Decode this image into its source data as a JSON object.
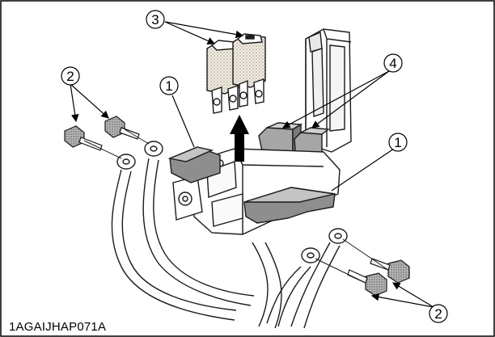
{
  "figure_code": "1AGAIJHAP071A",
  "callouts": {
    "c1_left": "1",
    "c1_right": "1",
    "c2_top": "2",
    "c2_bottom": "2",
    "c3": "3",
    "c4": "4"
  },
  "colors": {
    "line": "#1a1a1a",
    "shaded": "#9a9a9a",
    "stipple": "#c9b98a"
  }
}
